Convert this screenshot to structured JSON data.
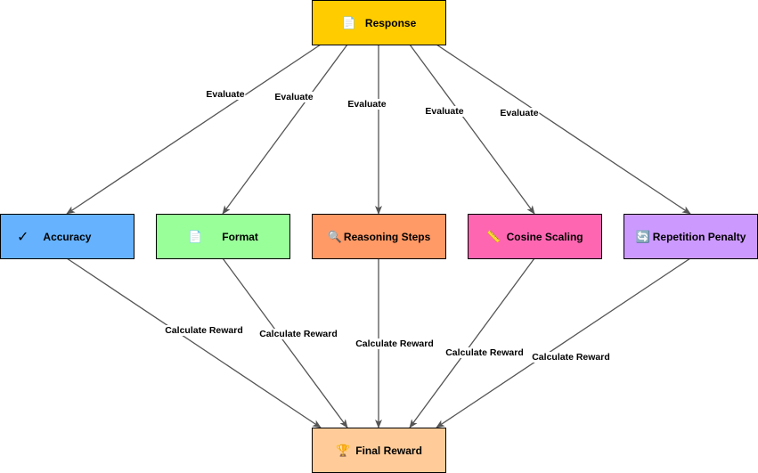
{
  "nodes": {
    "response": {
      "label": "Response",
      "icon": "📄",
      "icon_name": "document-icon",
      "color": "#FFCC00"
    },
    "accuracy": {
      "label": "Accuracy",
      "icon": "✓",
      "icon_name": "checkmark-icon",
      "color": "#66B2FF"
    },
    "format": {
      "label": "Format",
      "icon": "📄",
      "icon_name": "document-icon",
      "color": "#99FF99"
    },
    "reasoning": {
      "label": "Reasoning Steps",
      "icon": "🔍",
      "icon_name": "magnifier-icon",
      "color": "#FF9966"
    },
    "cosine": {
      "label": "Cosine Scaling",
      "icon": "📏",
      "icon_name": "ruler-icon",
      "color": "#FF66B2"
    },
    "repetition": {
      "label": "Repetition Penalty",
      "icon": "🔄",
      "icon_name": "refresh-icon",
      "color": "#CC99FF"
    },
    "final": {
      "label": "Final Reward",
      "icon": "🏆",
      "icon_name": "trophy-icon",
      "color": "#FFCC99"
    }
  },
  "edges": {
    "evaluate_label": "Evaluate",
    "reward_label": "Calculate Reward"
  },
  "colors": {
    "edge": "#555555",
    "border": "#000000"
  }
}
